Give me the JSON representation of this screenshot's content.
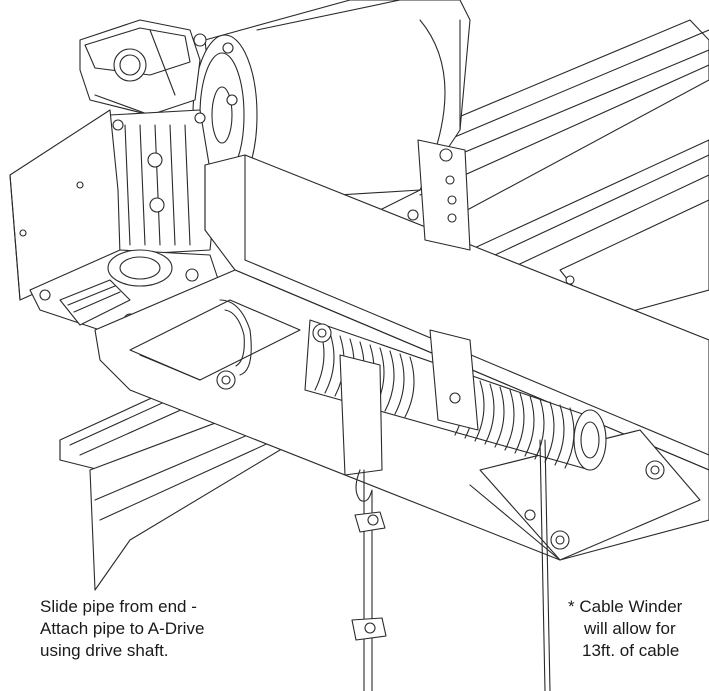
{
  "captions": {
    "left": {
      "line1": "Slide pipe from end -",
      "line2": "Attach pipe to A-Drive",
      "line3": "using drive shaft."
    },
    "right": {
      "line1": "* Cable Winder",
      "line2": "will allow for",
      "line3": "13ft. of cable"
    }
  }
}
